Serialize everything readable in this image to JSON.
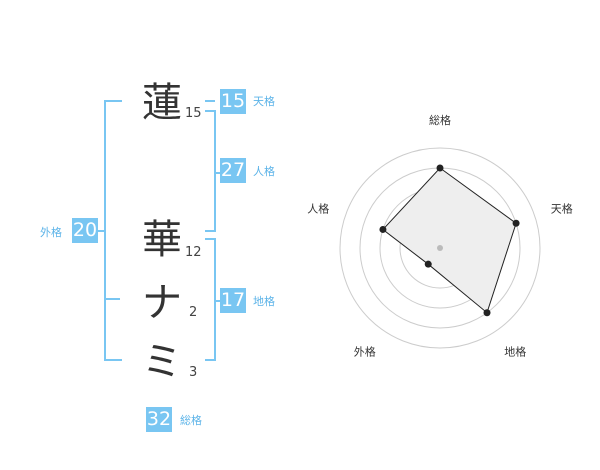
{
  "name": {
    "chars": [
      {
        "char": "蓮",
        "strokes": "15"
      },
      {
        "char": "華",
        "strokes": "12"
      },
      {
        "char": "ナ",
        "strokes": "2"
      },
      {
        "char": "ミ",
        "strokes": "3"
      }
    ]
  },
  "fortunes": {
    "tenkaku": {
      "value": "15",
      "label": "天格"
    },
    "jinkaku": {
      "value": "27",
      "label": "人格"
    },
    "chikaku": {
      "value": "17",
      "label": "地格"
    },
    "gaikaku": {
      "value": "20",
      "label": "外格"
    },
    "soukaku": {
      "value": "32",
      "label": "総格"
    }
  },
  "colors": {
    "accent": "#79c6f2",
    "accent_text": "#5bb3e8",
    "radar_fill": "#eeeeee",
    "ring_stroke": "#cccccc"
  },
  "chart_data": {
    "type": "radar",
    "axes": [
      "総格",
      "天格",
      "地格",
      "外格",
      "人格"
    ],
    "values": [
      4,
      4,
      4,
      1,
      3
    ],
    "scale_max": 5,
    "rings": 5
  }
}
